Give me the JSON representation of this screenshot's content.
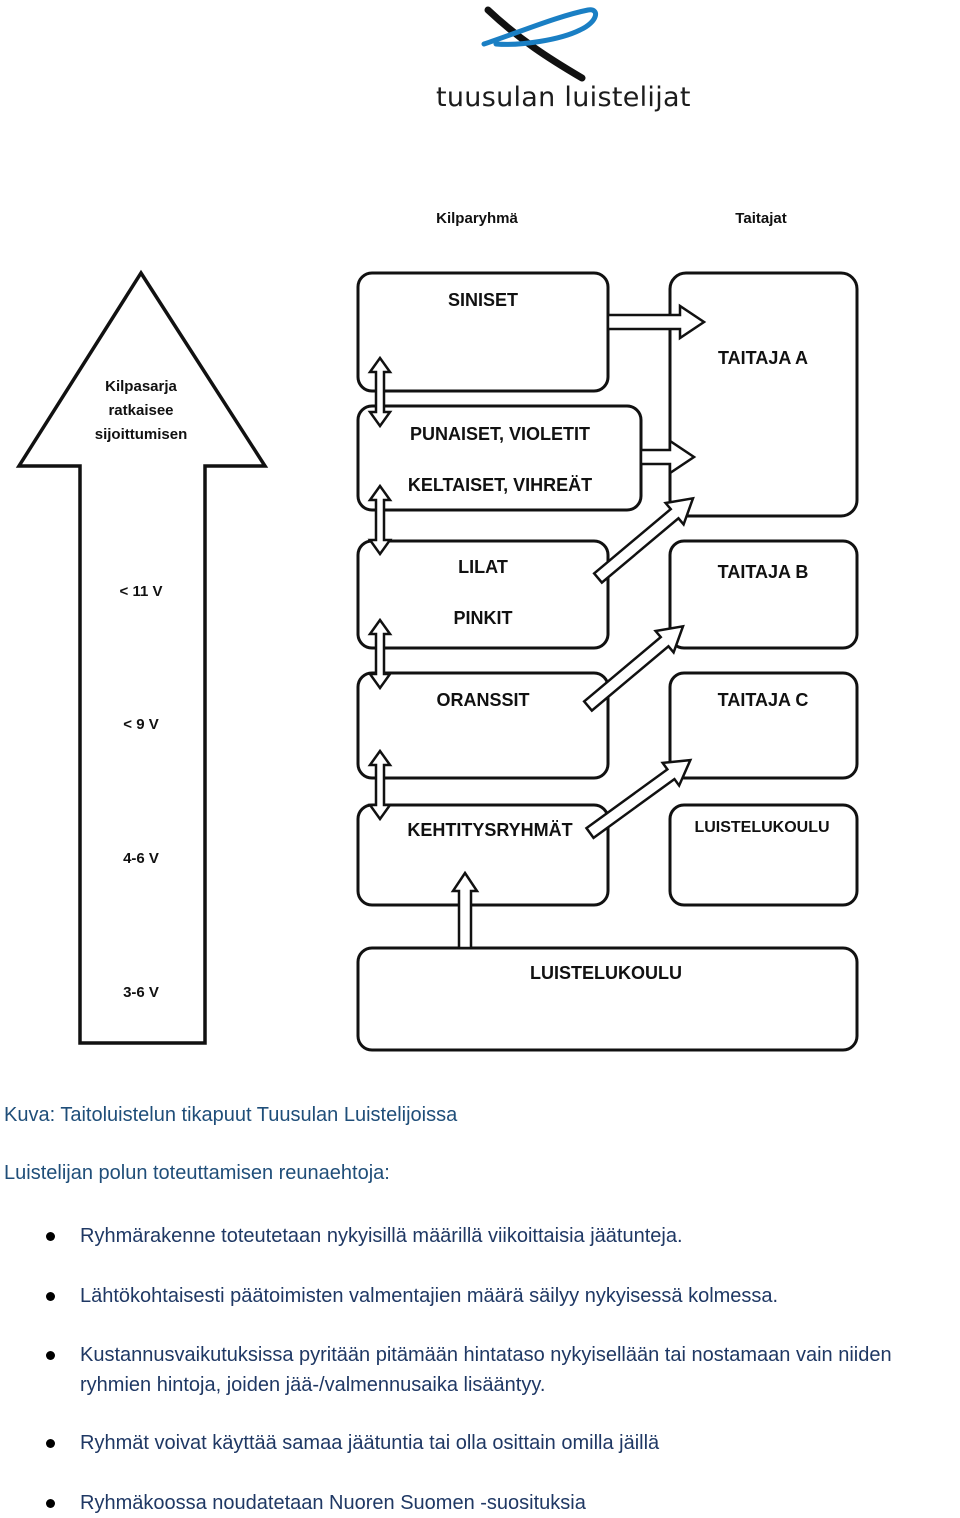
{
  "logo": {
    "text": "tuusulan luistelijat"
  },
  "diagram": {
    "header_left": "Kilparyhmä",
    "header_right": "Taitajat",
    "arrow_label_lines": [
      "Kilpasarja",
      "ratkaisee",
      "sijoittumisen"
    ],
    "ages": [
      "< 11 V",
      "< 9 V",
      "4-6 V",
      "3-6 V"
    ],
    "boxes": {
      "siniset": "SINISET",
      "punaiset": "PUNAISET, VIOLETIT",
      "keltaiset": "KELTAISET, VIHREÄT",
      "lilat": "LILAT",
      "pinkit": "PINKIT",
      "oranssit": "ORANSSIT",
      "kehitys": "KEHTITYSRYHMÄT",
      "taitaja_a": "TAITAJA A",
      "taitaja_b": "TAITAJA B",
      "taitaja_c": "TAITAJA C",
      "luistelukoulu_right": "LUISTELUKOULU",
      "luistelukoulu_bottom": "LUISTELUKOULU"
    }
  },
  "caption": "Kuva: Taitoluistelun tikapuut Tuusulan Luistelijoissa",
  "subcaption": "Luistelijan polun toteuttamisen reunaehtoja:",
  "bullets": [
    "Ryhmärakenne toteutetaan nykyisillä määrillä viikoittaisia jäätunteja.",
    "Lähtökohtaisesti päätoimisten valmentajien määrä säilyy nykyisessä kolmessa.",
    "Kustannusvaikutuksissa pyritään pitämään hintataso nykyisellään tai nostamaan vain niiden ryhmien hintoja, joiden jää-/valmennusaika lisääntyy.",
    "Ryhmät voivat käyttää samaa jäätuntia tai olla osittain omilla jäillä",
    "Ryhmäkoossa noudatetaan Nuoren Suomen -suosituksia"
  ]
}
